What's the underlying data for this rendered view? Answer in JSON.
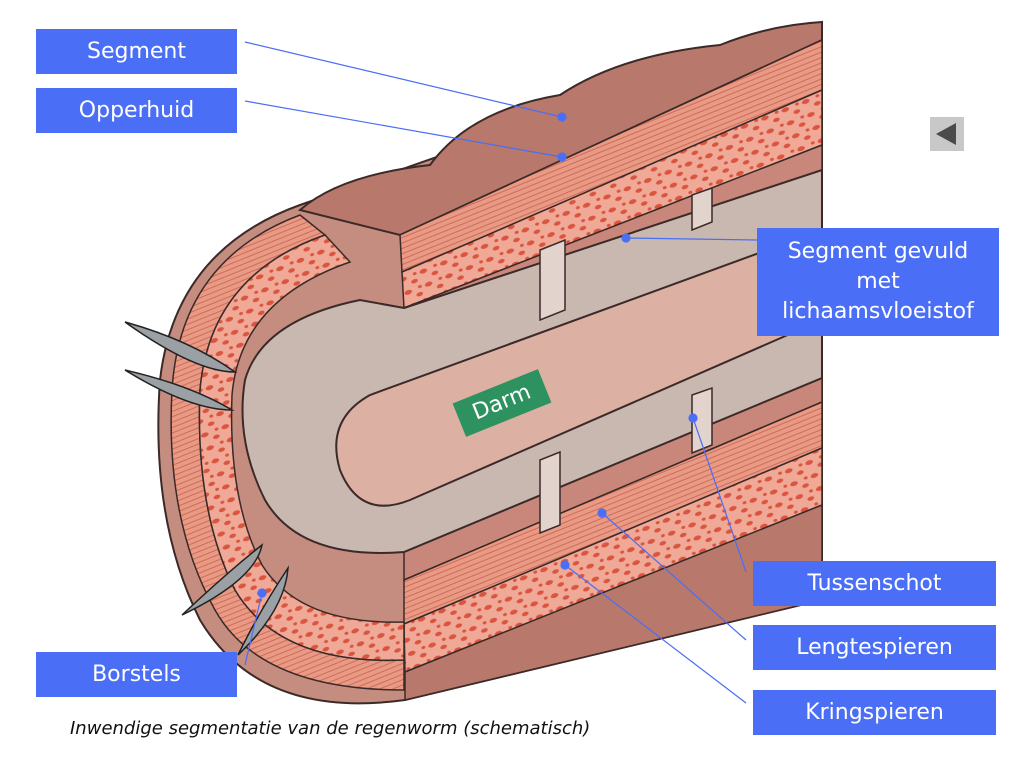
{
  "labels": {
    "segment": "Segment",
    "opperhuid": "Opperhuid",
    "gevuld": "Segment gevuld\nmet\nlichaamsvloeistof",
    "darm": "Darm",
    "tussenschot": "Tussenschot",
    "lengtespieren": "Lengtespieren",
    "kringspieren": "Kringspieren",
    "borstels": "Borstels"
  },
  "caption": "Inwendige segmentatie van de regenworm (schematisch)",
  "colors": {
    "label_bg": "#4a6ef5",
    "darm_bg": "#2e9160",
    "skin": "#c58c80",
    "muscle": "#e89a85",
    "cell": "#d9553f",
    "cavity": "#c9b8b0",
    "gut": "#dcb0a3",
    "outline": "#3b2a28",
    "leader": "#4a6ef5"
  },
  "icons": {
    "back": "triangle-left-icon"
  }
}
